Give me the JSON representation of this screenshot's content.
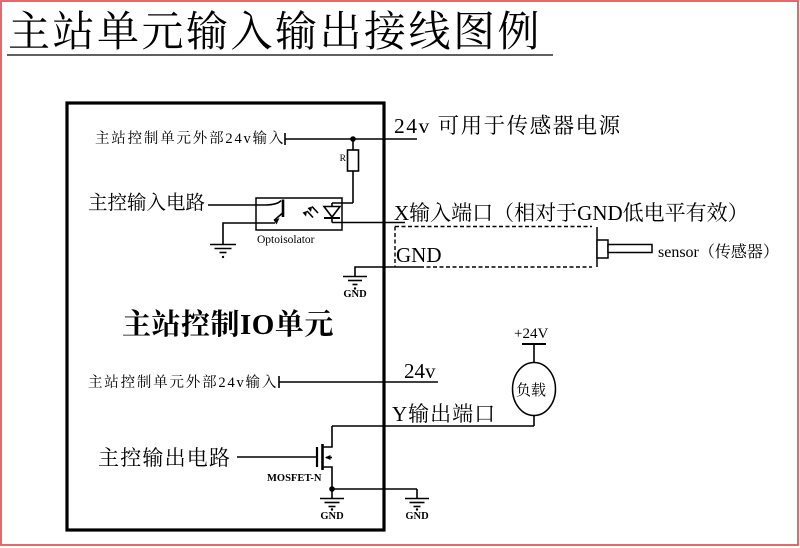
{
  "page": {
    "title": "主站单元输入输出接线图例",
    "frame_color": "#de5a5a"
  },
  "diagram": {
    "unit_label": "主站控制IO单元",
    "input_section": {
      "ext24v_label": "主站控制单元外部24v输入",
      "wire_24v_label": "24v 可用于传感器电源",
      "input_circuit_label": "主控输入电路",
      "resistor_label": "R",
      "optoisolator_label": "Optoisolator",
      "x_port_label": "X输入端口（相对于GND低电平有效）",
      "gnd_wire_label": "GND",
      "gnd_symbol_label": "GND",
      "sensor_label": "sensor（传感器）"
    },
    "output_section": {
      "ext24v_label": "主站控制单元外部24v输入",
      "wire_24v_label": "24v",
      "y_port_label": "Y输出端口",
      "output_circuit_label": "主控输出电路",
      "mosfet_label": "MOSFET-N",
      "supply_label": "+24V",
      "load_label": "负载",
      "gnd_left_label": "GND",
      "gnd_right_label": "GND"
    }
  }
}
